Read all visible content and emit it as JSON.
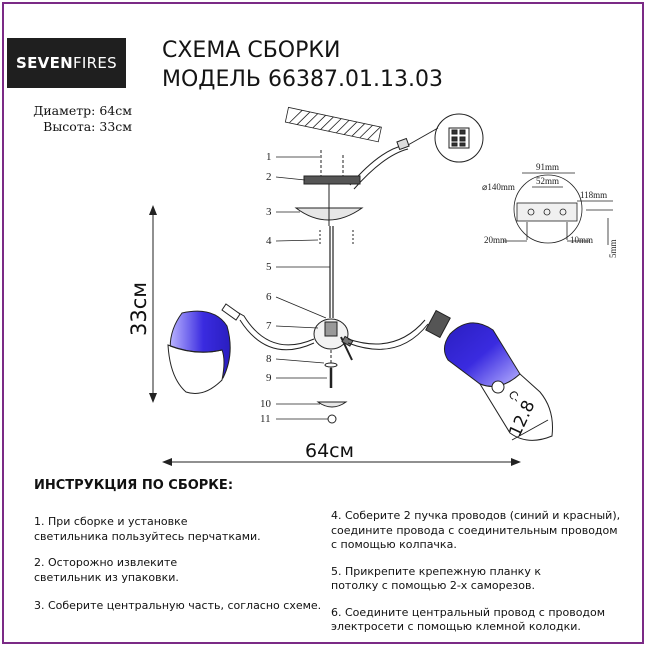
{
  "logo": {
    "brand_bold": "SEVEN",
    "brand_light": "FIRES"
  },
  "title": {
    "line1": "СХЕМА СБОРКИ",
    "line2": "МОДЕЛЬ 66387.01.13.03"
  },
  "dimensions": {
    "diameter": "Диаметр: 64см",
    "height": "Высота: 33см"
  },
  "drawing": {
    "part_numbers": [
      "1",
      "2",
      "3",
      "4",
      "5",
      "6",
      "7",
      "8",
      "9",
      "10",
      "11"
    ],
    "height_label": "33см",
    "width_label": "64см",
    "shade_label": "12.8",
    "shade_socket_label": "C-",
    "bracket": {
      "d140": "⌀140mm",
      "d91": "91mm",
      "d52": "52mm",
      "d118": "118mm",
      "d20": "20mm",
      "d10": "10mm",
      "d5": "5mm"
    }
  },
  "instructions": {
    "heading": "ИНСТРУКЦИЯ ПО СБОРКЕ:",
    "left": [
      "1. При сборке и установке\nсветильника пользуйтесь перчатками.",
      "2. Осторожно извлеките\nсветильник из упаковки.",
      "3. Соберите центральную часть, согласно схеме."
    ],
    "right": [
      "4. Соберите 2 пучка проводов (синий и красный),\nсоедините провода с соединительным проводом\nс помощью колпачка.",
      "5. Прикрепите крепежную планку к\nпотолку с помощью 2-х саморезов.",
      "6. Соедините центральный провод с проводом\nэлектросети с помощью клемной колодки."
    ]
  },
  "colors": {
    "frame": "#7b2a86",
    "shade_blue": "#3a2be0",
    "logo_bg": "#1f1f1f"
  }
}
